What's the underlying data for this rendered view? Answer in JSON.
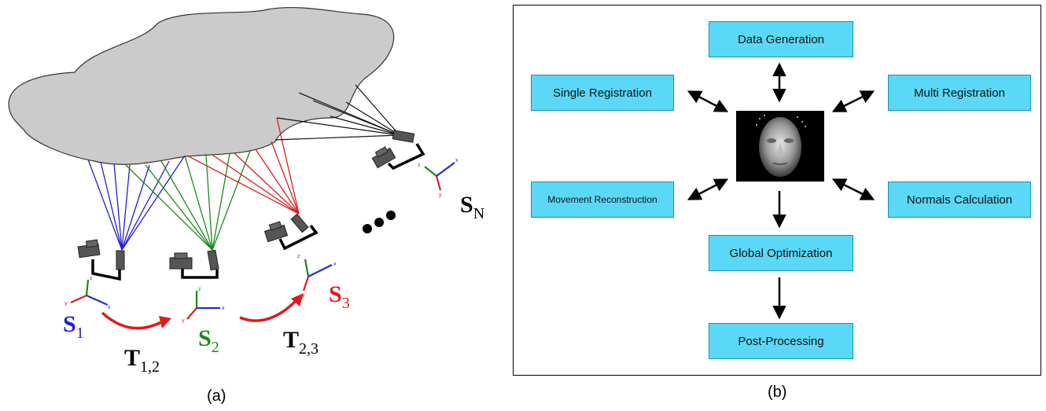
{
  "panel_a": {
    "caption": "(a)",
    "sensors": [
      {
        "label": "S",
        "sub": "1",
        "color": "#1f1fd6"
      },
      {
        "label": "S",
        "sub": "2",
        "color": "#1a8a1a"
      },
      {
        "label": "S",
        "sub": "3",
        "color": "#e01b1b"
      },
      {
        "label": "S",
        "sub": "N",
        "color": "#000000"
      }
    ],
    "transforms": [
      {
        "label": "T",
        "sub": "1,2"
      },
      {
        "label": "T",
        "sub": "2,3"
      }
    ],
    "ellipsis": "•••",
    "axis_labels": {
      "x": "x",
      "y": "y",
      "z": "z"
    }
  },
  "panel_b": {
    "caption": "(b)",
    "boxes": {
      "data_generation": "Data Generation",
      "single_registration": "Single Registration",
      "multi_registration": "Multi Registration",
      "movement_reconstruction": "Movement Reconstruction",
      "normals_calculation": "Normals Calculation",
      "global_optimization": "Global Optimization",
      "post_processing": "Post-Processing"
    },
    "colors": {
      "box_fill": "#5bd8f5",
      "box_border": "#1c8fb0"
    }
  }
}
